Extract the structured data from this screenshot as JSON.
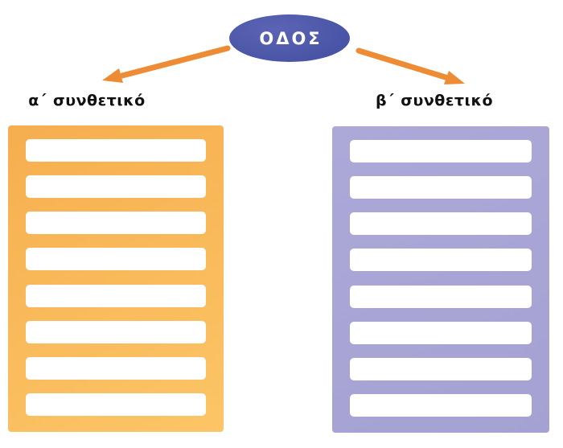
{
  "diagram": {
    "root_label": "ΟΔΟΣ",
    "branches": [
      {
        "id": "left",
        "label": "α´ συνθετικό",
        "blank_line_count": 8
      },
      {
        "id": "right",
        "label": "β´ συνθετικό",
        "blank_line_count": 8
      }
    ]
  },
  "icons": {
    "left_arrow": "arrow-down-left",
    "right_arrow": "arrow-down-right"
  },
  "colors": {
    "background": "#ffffff",
    "root_fill": "#4a54a6",
    "root_text": "#ffffff",
    "arrow": "#ee8c35",
    "panel_left_top": "#f6ae4f",
    "panel_left_bottom": "#fcc566",
    "panel_right_top": "#aca8d8",
    "panel_right_bottom": "#a5a1d2",
    "blank_line": "#ffffff",
    "label_text": "#111111"
  }
}
